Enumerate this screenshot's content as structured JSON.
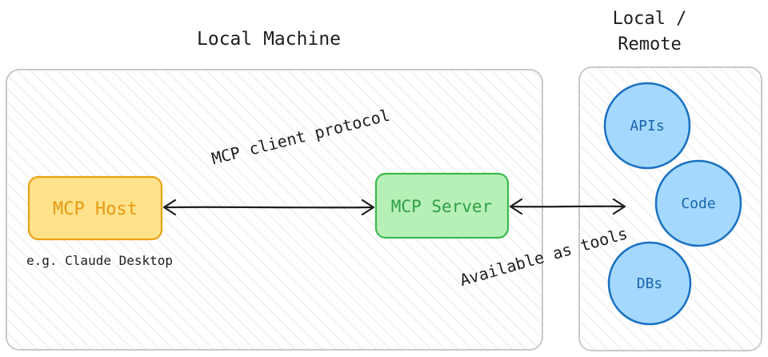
{
  "zones": {
    "local": {
      "title": "Local Machine"
    },
    "remote": {
      "title_line1": "Local /",
      "title_line2": "Remote"
    }
  },
  "nodes": {
    "host": {
      "label": "MCP Host",
      "caption": "e.g. Claude Desktop"
    },
    "server": {
      "label": "MCP Server"
    },
    "apis": {
      "label": "APIs"
    },
    "code": {
      "label": "Code"
    },
    "dbs": {
      "label": "DBs"
    }
  },
  "edges": {
    "client_protocol": {
      "label": "MCP client protocol"
    },
    "tools": {
      "label": "Available as tools"
    }
  },
  "colors": {
    "zone_border": "#c9c9c9",
    "hatch": "#dedede",
    "host_fill": "#ffe28a",
    "host_stroke": "#e8a317",
    "host_text": "#e89a12",
    "server_fill": "#b7f0b7",
    "server_stroke": "#3cba4e",
    "server_text": "#2f9e44",
    "resource_fill": "#a5d8ff",
    "resource_stroke": "#1971c2",
    "resource_text": "#1864ab",
    "arrow": "#1e1e1e"
  }
}
